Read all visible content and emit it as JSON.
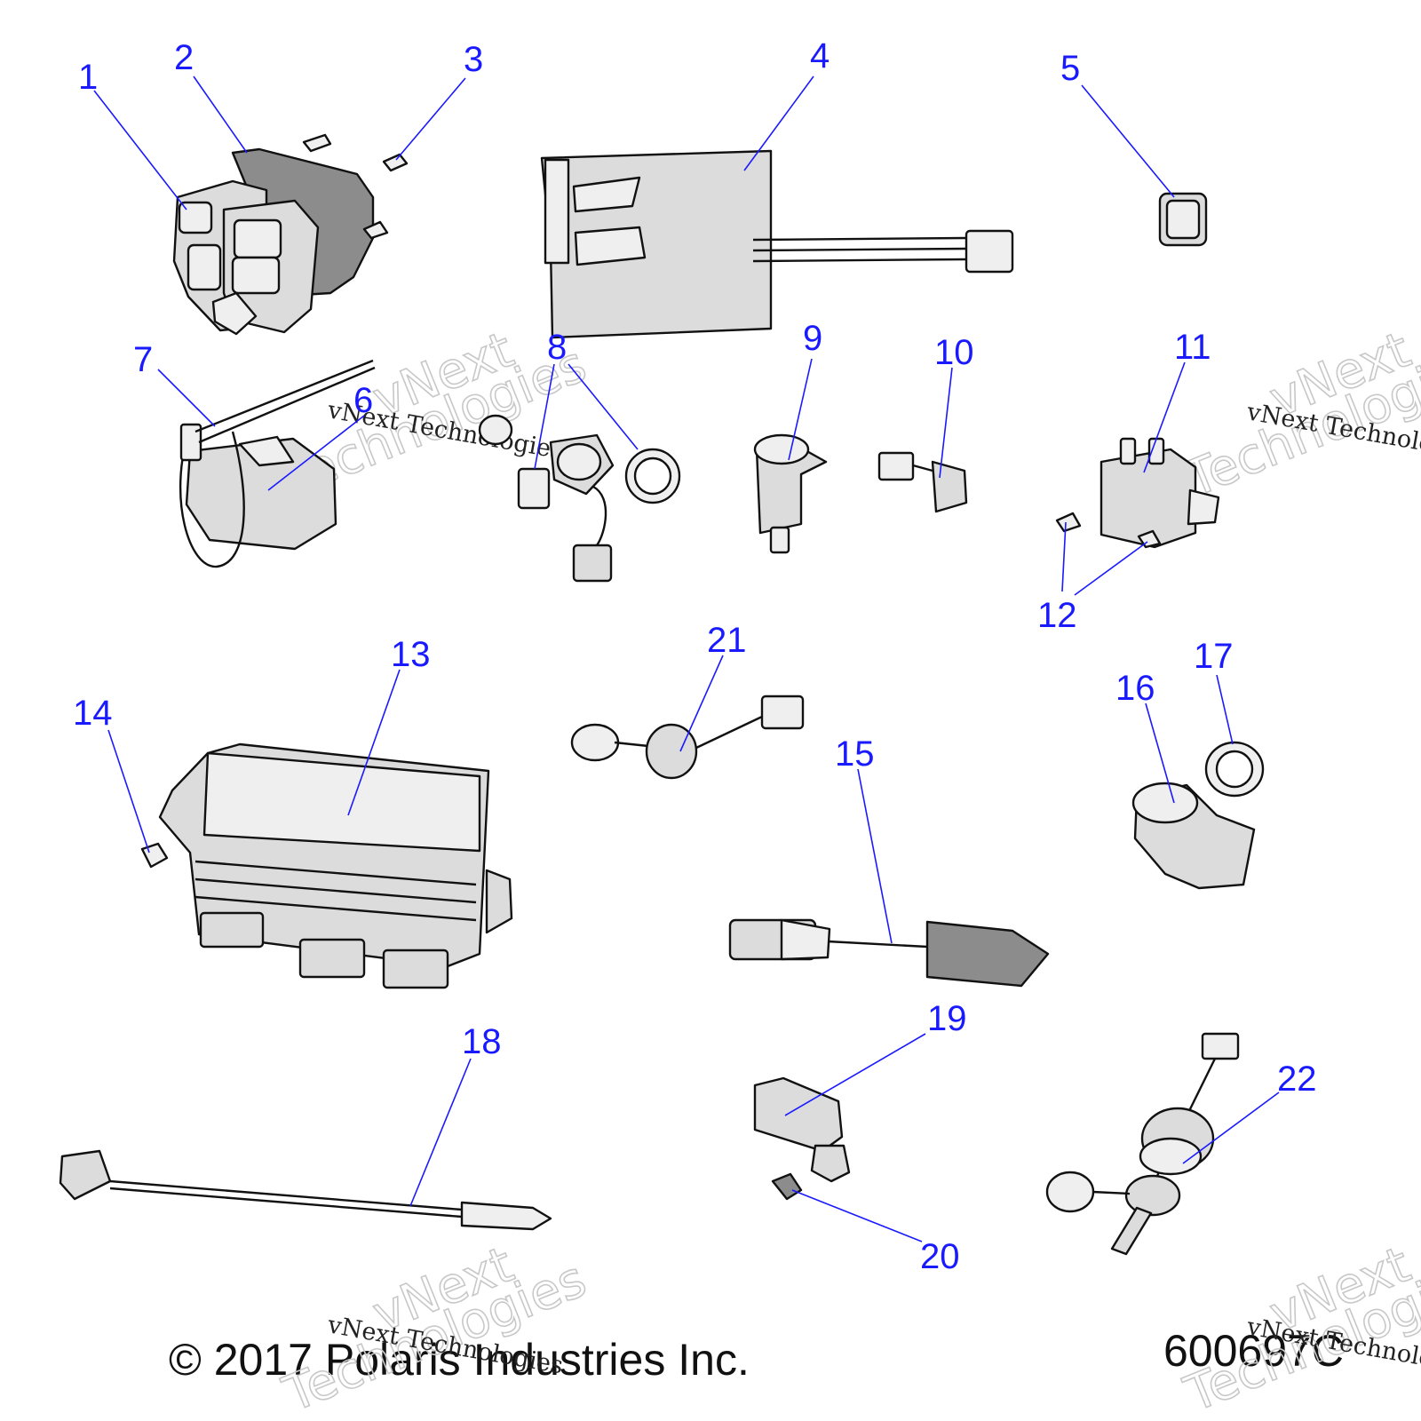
{
  "callouts": [
    {
      "id": "1",
      "label": "1"
    },
    {
      "id": "2",
      "label": "2"
    },
    {
      "id": "3",
      "label": "3"
    },
    {
      "id": "4",
      "label": "4"
    },
    {
      "id": "5",
      "label": "5"
    },
    {
      "id": "6",
      "label": "6"
    },
    {
      "id": "7",
      "label": "7"
    },
    {
      "id": "8",
      "label": "8"
    },
    {
      "id": "9",
      "label": "9"
    },
    {
      "id": "10",
      "label": "10"
    },
    {
      "id": "11",
      "label": "11"
    },
    {
      "id": "12",
      "label": "12"
    },
    {
      "id": "13",
      "label": "13"
    },
    {
      "id": "14",
      "label": "14"
    },
    {
      "id": "15",
      "label": "15"
    },
    {
      "id": "16",
      "label": "16"
    },
    {
      "id": "17",
      "label": "17"
    },
    {
      "id": "18",
      "label": "18"
    },
    {
      "id": "19",
      "label": "19"
    },
    {
      "id": "20",
      "label": "20"
    },
    {
      "id": "21",
      "label": "21"
    },
    {
      "id": "22",
      "label": "22"
    }
  ],
  "watermark": {
    "line": "vNext Technologies",
    "word1": "vNext",
    "word2": "Technologies"
  },
  "footer": {
    "copyright": "© 2017 Polaris Industries Inc.",
    "figure_number": "600697C"
  },
  "colors": {
    "callout": "#1a1aff",
    "outline": "#111111",
    "fill": "#dcdcdc"
  }
}
